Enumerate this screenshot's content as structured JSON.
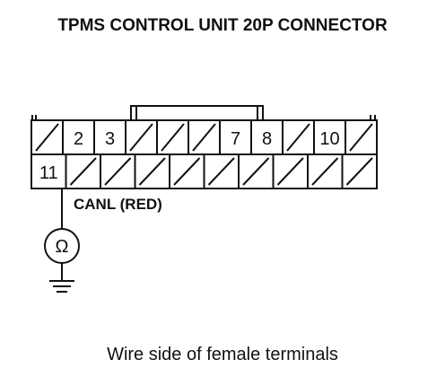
{
  "title": "TPMS CONTROL UNIT 20P CONNECTOR",
  "connector": {
    "top_row": [
      "",
      "2",
      "3",
      "",
      "",
      "",
      "7",
      "8",
      "",
      "10",
      ""
    ],
    "bottom_row": [
      "11",
      "",
      "",
      "",
      "",
      "",
      "",
      "",
      "",
      ""
    ]
  },
  "wire_label": "CANL (RED)",
  "meter_symbol": "Ω",
  "caption": "Wire side of female terminals",
  "colors": {
    "line": "#111111",
    "background": "#ffffff"
  },
  "icons": [
    "ohmmeter-icon",
    "ground-icon"
  ]
}
